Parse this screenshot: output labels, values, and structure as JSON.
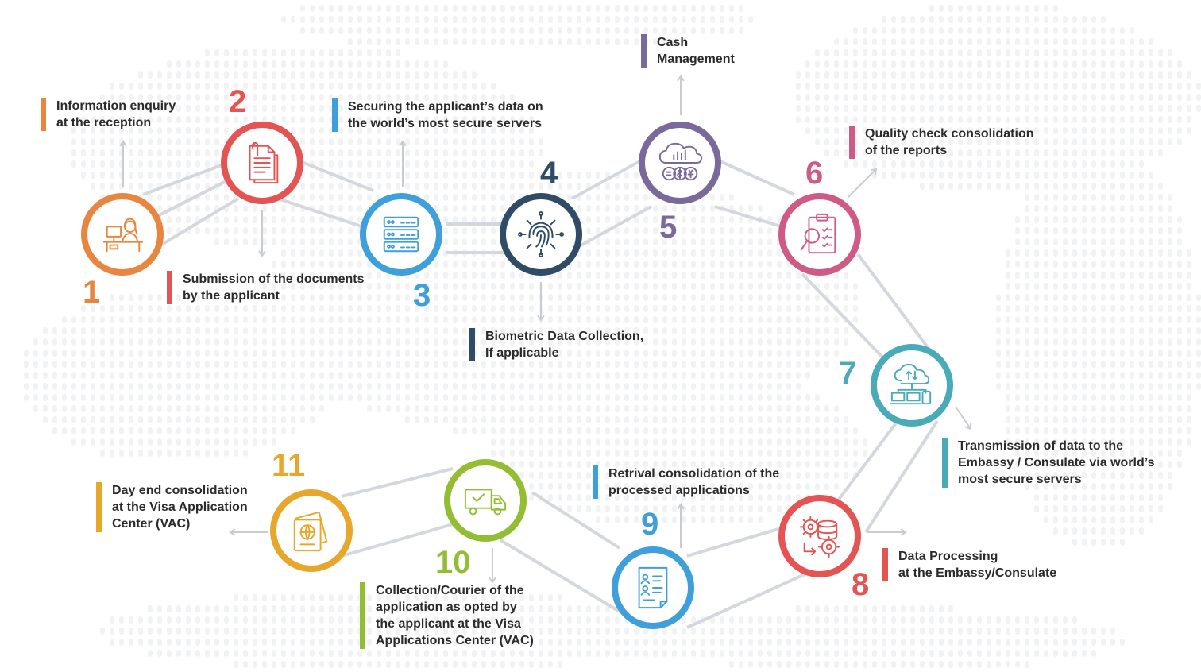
{
  "steps": [
    {
      "num": "1",
      "color": "#e8863f",
      "icon": "receptionist-icon",
      "label": [
        "Information enquiry",
        "at the reception"
      ]
    },
    {
      "num": "2",
      "color": "#e35452",
      "icon": "documents-icon",
      "label": [
        "Submission of the documents",
        "by the applicant"
      ]
    },
    {
      "num": "3",
      "color": "#3e9fdb",
      "icon": "server-icon",
      "label": [
        "Securing the applicant’s data on",
        "the world’s most secure servers"
      ]
    },
    {
      "num": "4",
      "color": "#2f4b65",
      "icon": "fingerprint-icon",
      "label": [
        "Biometric Data Collection,",
        "If applicable"
      ]
    },
    {
      "num": "5",
      "color": "#7a6a9c",
      "icon": "cash-cloud-icon",
      "label": [
        "Cash",
        "Management"
      ]
    },
    {
      "num": "6",
      "color": "#d05a86",
      "icon": "clipboard-check-icon",
      "label": [
        "Quality check consolidation",
        "of the reports"
      ]
    },
    {
      "num": "7",
      "color": "#4aabb8",
      "icon": "cloud-network-icon",
      "label": [
        "Transmission of data to the",
        "Embassy / Consulate via world’s",
        "most secure servers"
      ]
    },
    {
      "num": "8",
      "color": "#e35452",
      "icon": "gears-database-icon",
      "label": [
        "Data Processing",
        "at the Embassy/Consulate"
      ]
    },
    {
      "num": "9",
      "color": "#3e9fdb",
      "icon": "user-list-icon",
      "label": [
        "Retrival consolidation of the",
        "processed applications"
      ]
    },
    {
      "num": "10",
      "color": "#93bd32",
      "icon": "delivery-truck-icon",
      "label": [
        "Collection/Courier of the",
        "application as opted by",
        "the applicant at the Visa",
        "Applications Center (VAC)"
      ]
    },
    {
      "num": "11",
      "color": "#e6a72a",
      "icon": "passport-icon",
      "label": [
        "Day end consolidation",
        "at the Visa Application",
        "Center (VAC)"
      ]
    }
  ]
}
